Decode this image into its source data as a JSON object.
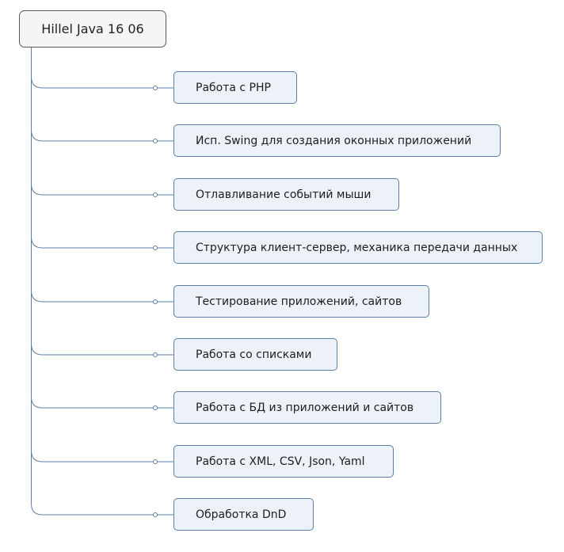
{
  "root": {
    "title": "Hillel Java 16 06"
  },
  "topics": [
    {
      "label": "Работа с PHP"
    },
    {
      "label": "Исп. Swing для создания оконных приложений"
    },
    {
      "label": "Отлавливание событий мыши"
    },
    {
      "label": "Структура клиент-сервер, механика передачи данных"
    },
    {
      "label": "Тестирование приложений, сайтов"
    },
    {
      "label": "Работа со списками"
    },
    {
      "label": "Работа с БД из приложений и сайтов"
    },
    {
      "label": "Работа с XML, CSV, Json, Yaml"
    },
    {
      "label": "Обработка DnD"
    }
  ],
  "colors": {
    "connector": "#5b7fa6",
    "topic_fill": "#edf1f8",
    "root_fill": "#f5f5f5"
  }
}
